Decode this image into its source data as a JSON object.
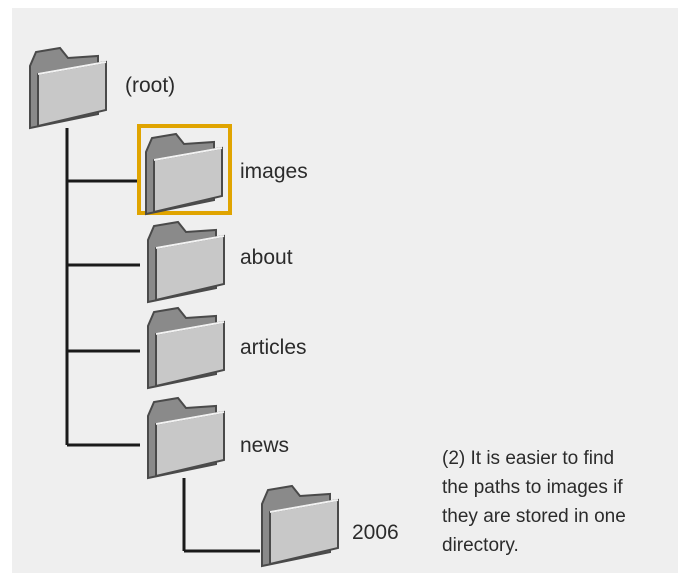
{
  "tree": {
    "root": {
      "label": "(root)"
    },
    "children": [
      {
        "label": "images",
        "highlighted": true
      },
      {
        "label": "about"
      },
      {
        "label": "articles"
      },
      {
        "label": "news"
      }
    ],
    "subfolder": {
      "label": "2006"
    }
  },
  "caption": {
    "lines": [
      "(2) It is easier to find",
      "the paths to images if",
      "they are stored in one",
      "directory."
    ]
  },
  "colors": {
    "background": "#efefef",
    "connector": "#1a1a1a",
    "highlight": "#e0a400",
    "folder_front": "#c8c8c8",
    "folder_back": "#8a8a8a",
    "folder_edge": "#4a4a4a"
  },
  "icons": {
    "folder": "folder-icon"
  }
}
